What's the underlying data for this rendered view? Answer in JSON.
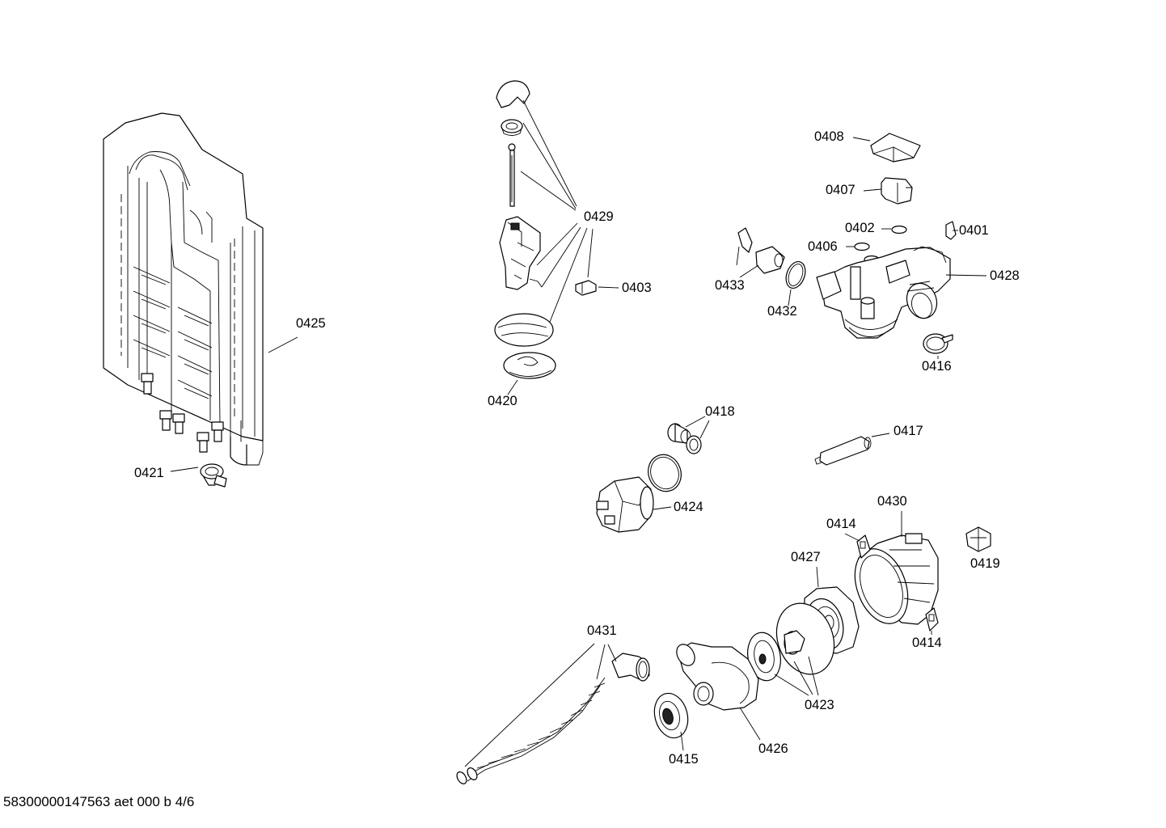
{
  "footer": "58300000147563 aet 000 b 4/6",
  "parts": {
    "p0425": "0425",
    "p0421": "0421",
    "p0429": "0429",
    "p0403": "0403",
    "p0420": "0420",
    "p0408": "0408",
    "p0407": "0407",
    "p0402": "0402",
    "p0401": "0401",
    "p0406": "0406",
    "p0433": "0433",
    "p0432": "0432",
    "p0428": "0428",
    "p0416": "0416",
    "p0418": "0418",
    "p0417": "0417",
    "p0424": "0424",
    "p0430": "0430",
    "p0414a": "0414",
    "p0419": "0419",
    "p0427": "0427",
    "p0414b": "0414",
    "p0431": "0431",
    "p0423": "0423",
    "p0415": "0415",
    "p0426": "0426"
  }
}
